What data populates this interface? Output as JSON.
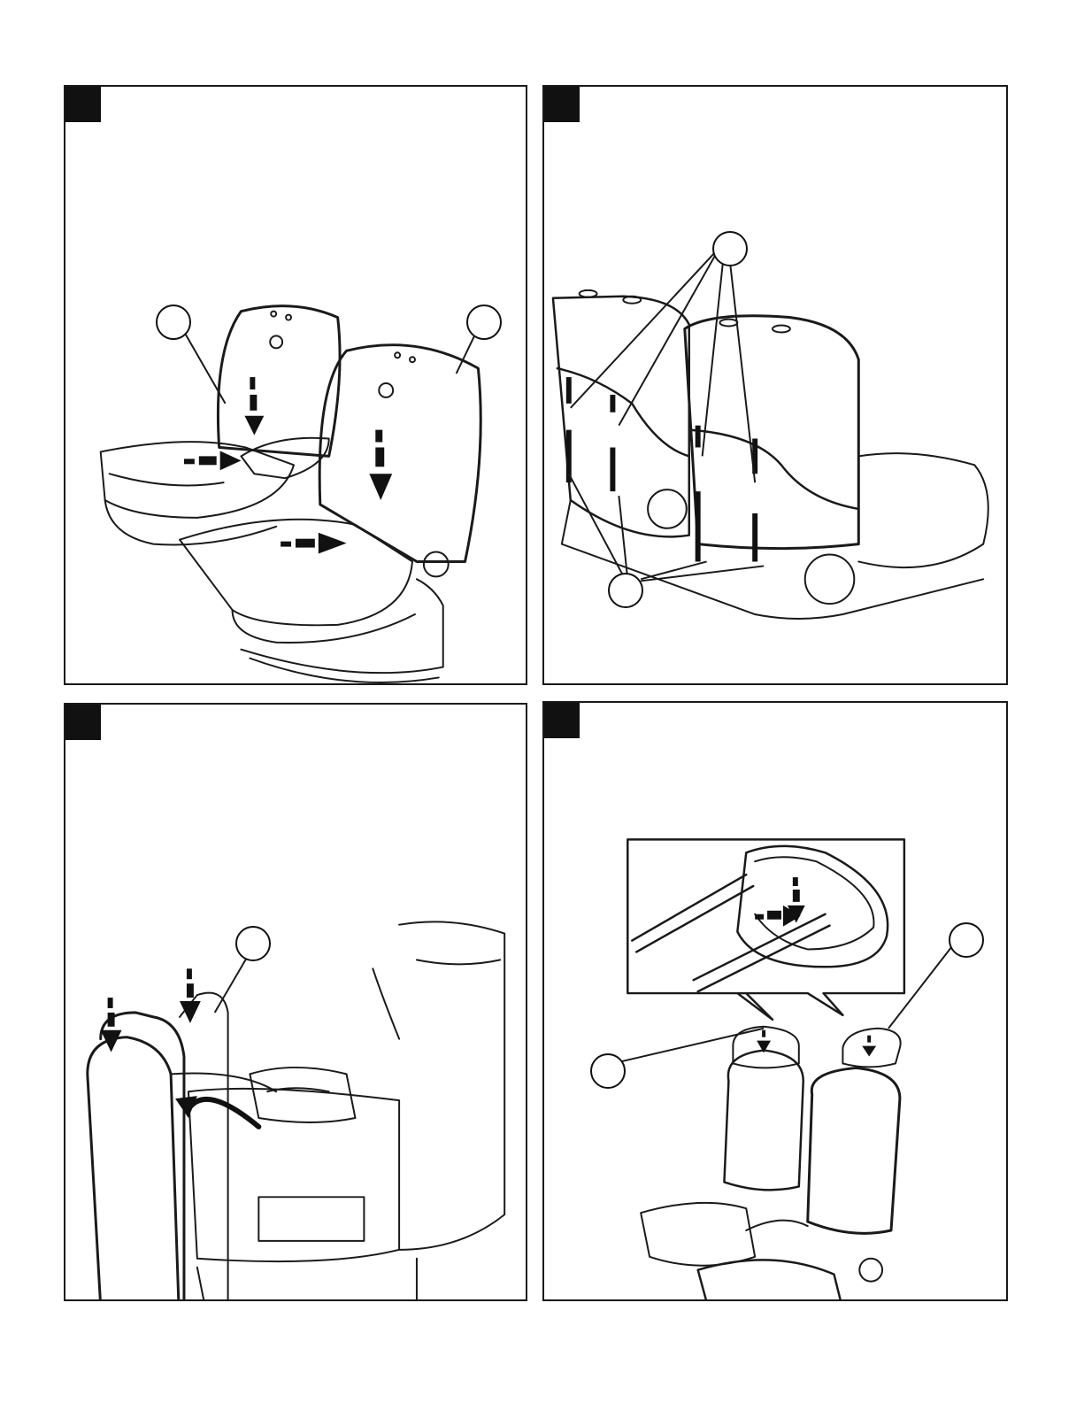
{
  "document": {
    "panels": [
      {
        "id": "step-1",
        "illustration": "seat-cover-fitting-front",
        "callouts": 2
      },
      {
        "id": "step-2",
        "illustration": "seat-back-straps-buckles",
        "callouts": 2
      },
      {
        "id": "step-3",
        "illustration": "center-console-cover-tuck",
        "callouts": 1
      },
      {
        "id": "step-4",
        "illustration": "headrest-cover-install",
        "callouts": 2
      }
    ],
    "colors": {
      "line": "#1a1a1a",
      "fill": "#ffffff",
      "tab": "#111111"
    }
  }
}
